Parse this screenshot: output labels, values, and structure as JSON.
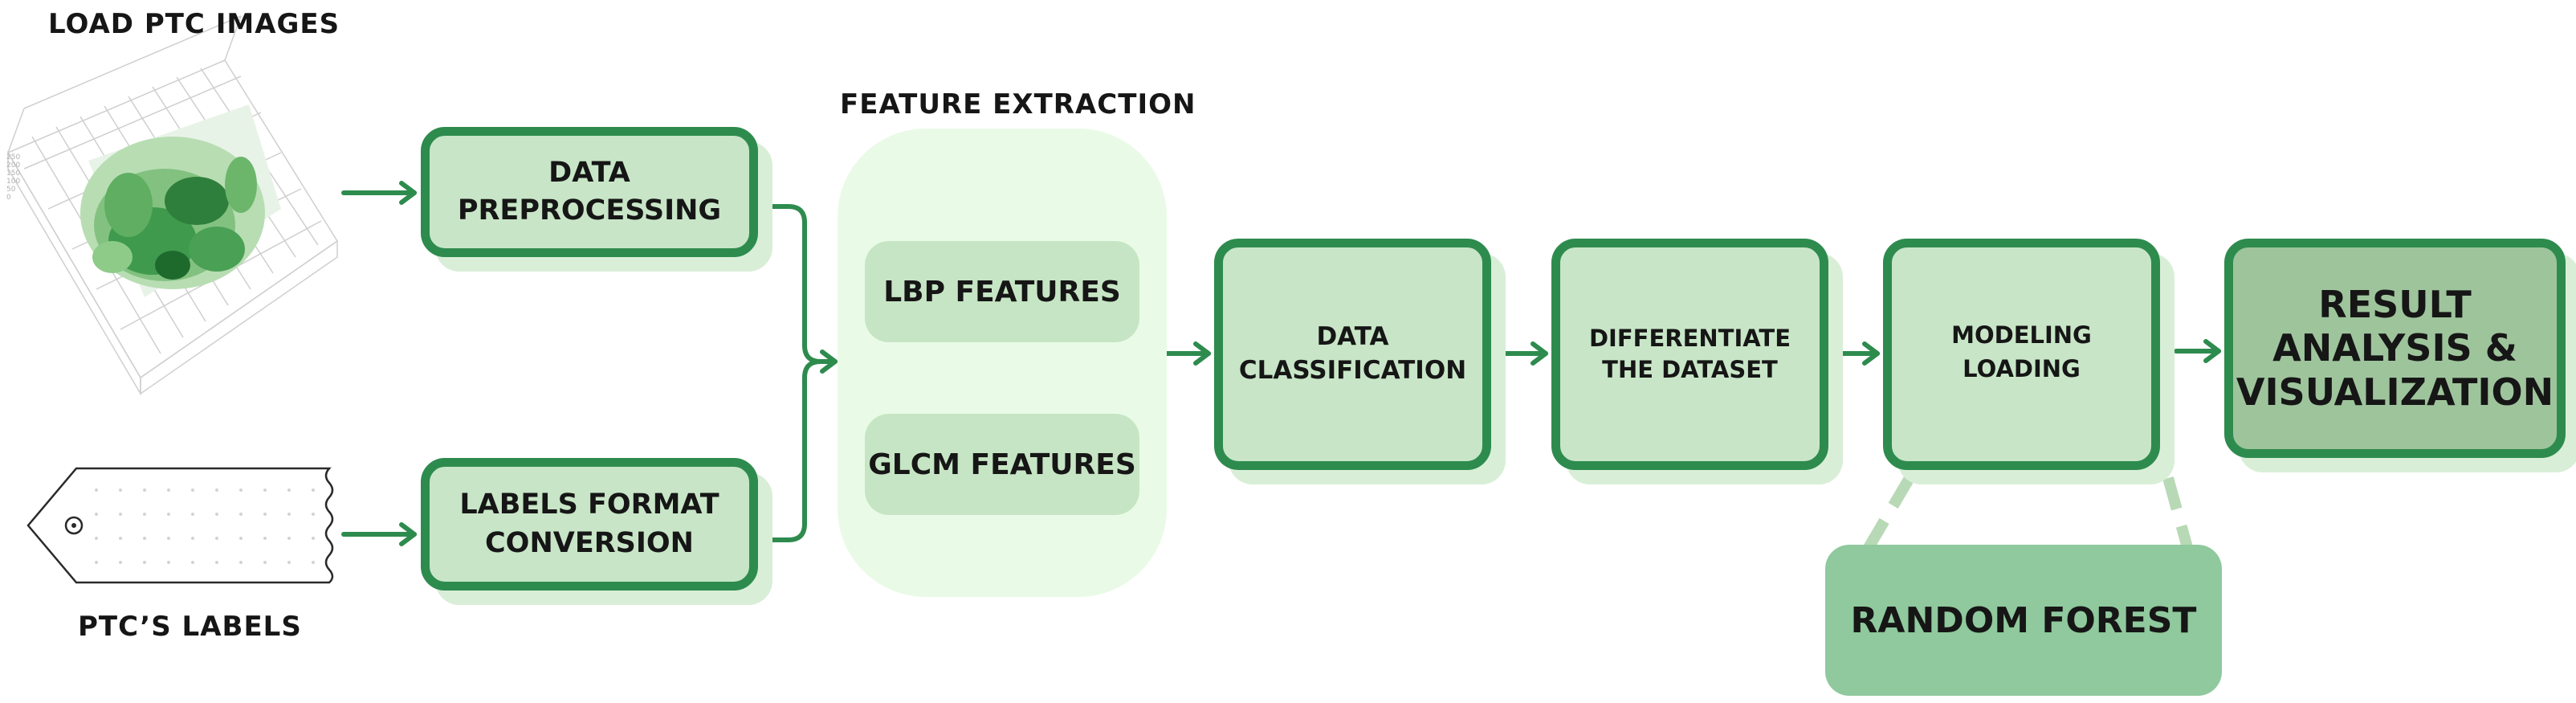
{
  "titles": {
    "load_images": "LOAD PTC IMAGES",
    "labels": "PTC’S LABELS",
    "feature_extraction": "FEATURE EXTRACTION"
  },
  "boxes": {
    "preprocessing": [
      "DATA",
      "PREPROCESSING"
    ],
    "labels_conversion": [
      "LABELS FORMAT",
      "CONVERSION"
    ],
    "lbp": "LBP FEATURES",
    "glcm": "GLCM FEATURES",
    "classification": [
      "DATA",
      "CLASSIFICATION"
    ],
    "differentiate": [
      "DIFFERENTIATE",
      "THE DATASET"
    ],
    "modeling": [
      "MODELING",
      "LOADING"
    ],
    "random_forest": "RANDOM FOREST",
    "result": [
      "RESULT",
      "ANALYSIS &",
      "VISUALIZATION"
    ]
  },
  "colors": {
    "border_green": "#2e8b4e",
    "box_fill": "#c8e6c7",
    "shadow": "#d9eed7",
    "feature_panel": "#e9fbe6",
    "random_forest_fill": "#8fc99d",
    "result_fill": "#9ec49c",
    "arrow": "#2e8b4e"
  },
  "icons": {
    "ptc_surface_plot": "3d-surface-plot-icon",
    "ptc_label_outline": "ptc-label-outline-icon"
  }
}
